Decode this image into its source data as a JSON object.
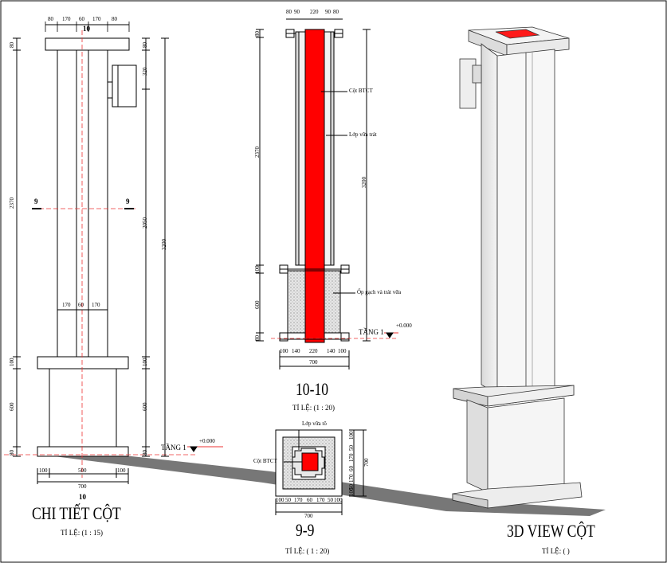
{
  "views": {
    "detail": {
      "title": "CHI TIẾT CỘT",
      "scale": "TỈ LỆ: (1 : 15)",
      "top_dims": [
        "80",
        "170",
        "60",
        "170",
        "80"
      ],
      "mid_dims": [
        "170",
        "60",
        "170"
      ],
      "bottom_dims": [
        "100",
        "500",
        "100"
      ],
      "total_width": "700",
      "section_mark_bottom": "10",
      "section_mark_top": "10",
      "cut_marks": [
        "9",
        "9"
      ],
      "left_dims": [
        "80",
        "2370",
        "100",
        "600",
        "80"
      ],
      "right_dims": [
        "80",
        "320",
        "2050",
        "100",
        "600",
        "80"
      ],
      "total_height": "3200",
      "level_label": "TẦNG 1",
      "level_value": "+0.000"
    },
    "section_10": {
      "title": "10-10",
      "scale": "TỈ LỆ: (1 : 20)",
      "top_dims": [
        "80",
        "90",
        "220",
        "90",
        "80"
      ],
      "bottom_dims": [
        "100",
        "140",
        "220",
        "140",
        "100"
      ],
      "total_width": "700",
      "left_dims": [
        "80",
        "2370",
        "100",
        "600",
        "80"
      ],
      "total_height": "3200",
      "callouts": [
        "Cột BTCT",
        "Lớp vữa trát",
        "Ốp gạch và trát vữa"
      ],
      "level_label": "TẦNG 1",
      "level_value": "+0.000"
    },
    "section_9": {
      "title": "9-9",
      "scale": "TỈ LỆ: ( 1 : 20)",
      "callouts": [
        "Lớp vữa tô",
        "Cột BTCT"
      ],
      "bottom_dims": [
        "100",
        "50",
        "170",
        "60",
        "170",
        "50",
        "100"
      ],
      "total_width": "700",
      "right_dims": [
        "100",
        "50",
        "170",
        "60",
        "170",
        "50",
        "100"
      ],
      "total_height": "700"
    },
    "view3d": {
      "title": "3D VIEW CỘT",
      "scale": "TỈ LỆ: ( )"
    }
  },
  "colors": {
    "concrete": "#ff0000",
    "line": "#000000",
    "hatch": "#bdbdbd",
    "shadow": "#6e6e6e"
  }
}
